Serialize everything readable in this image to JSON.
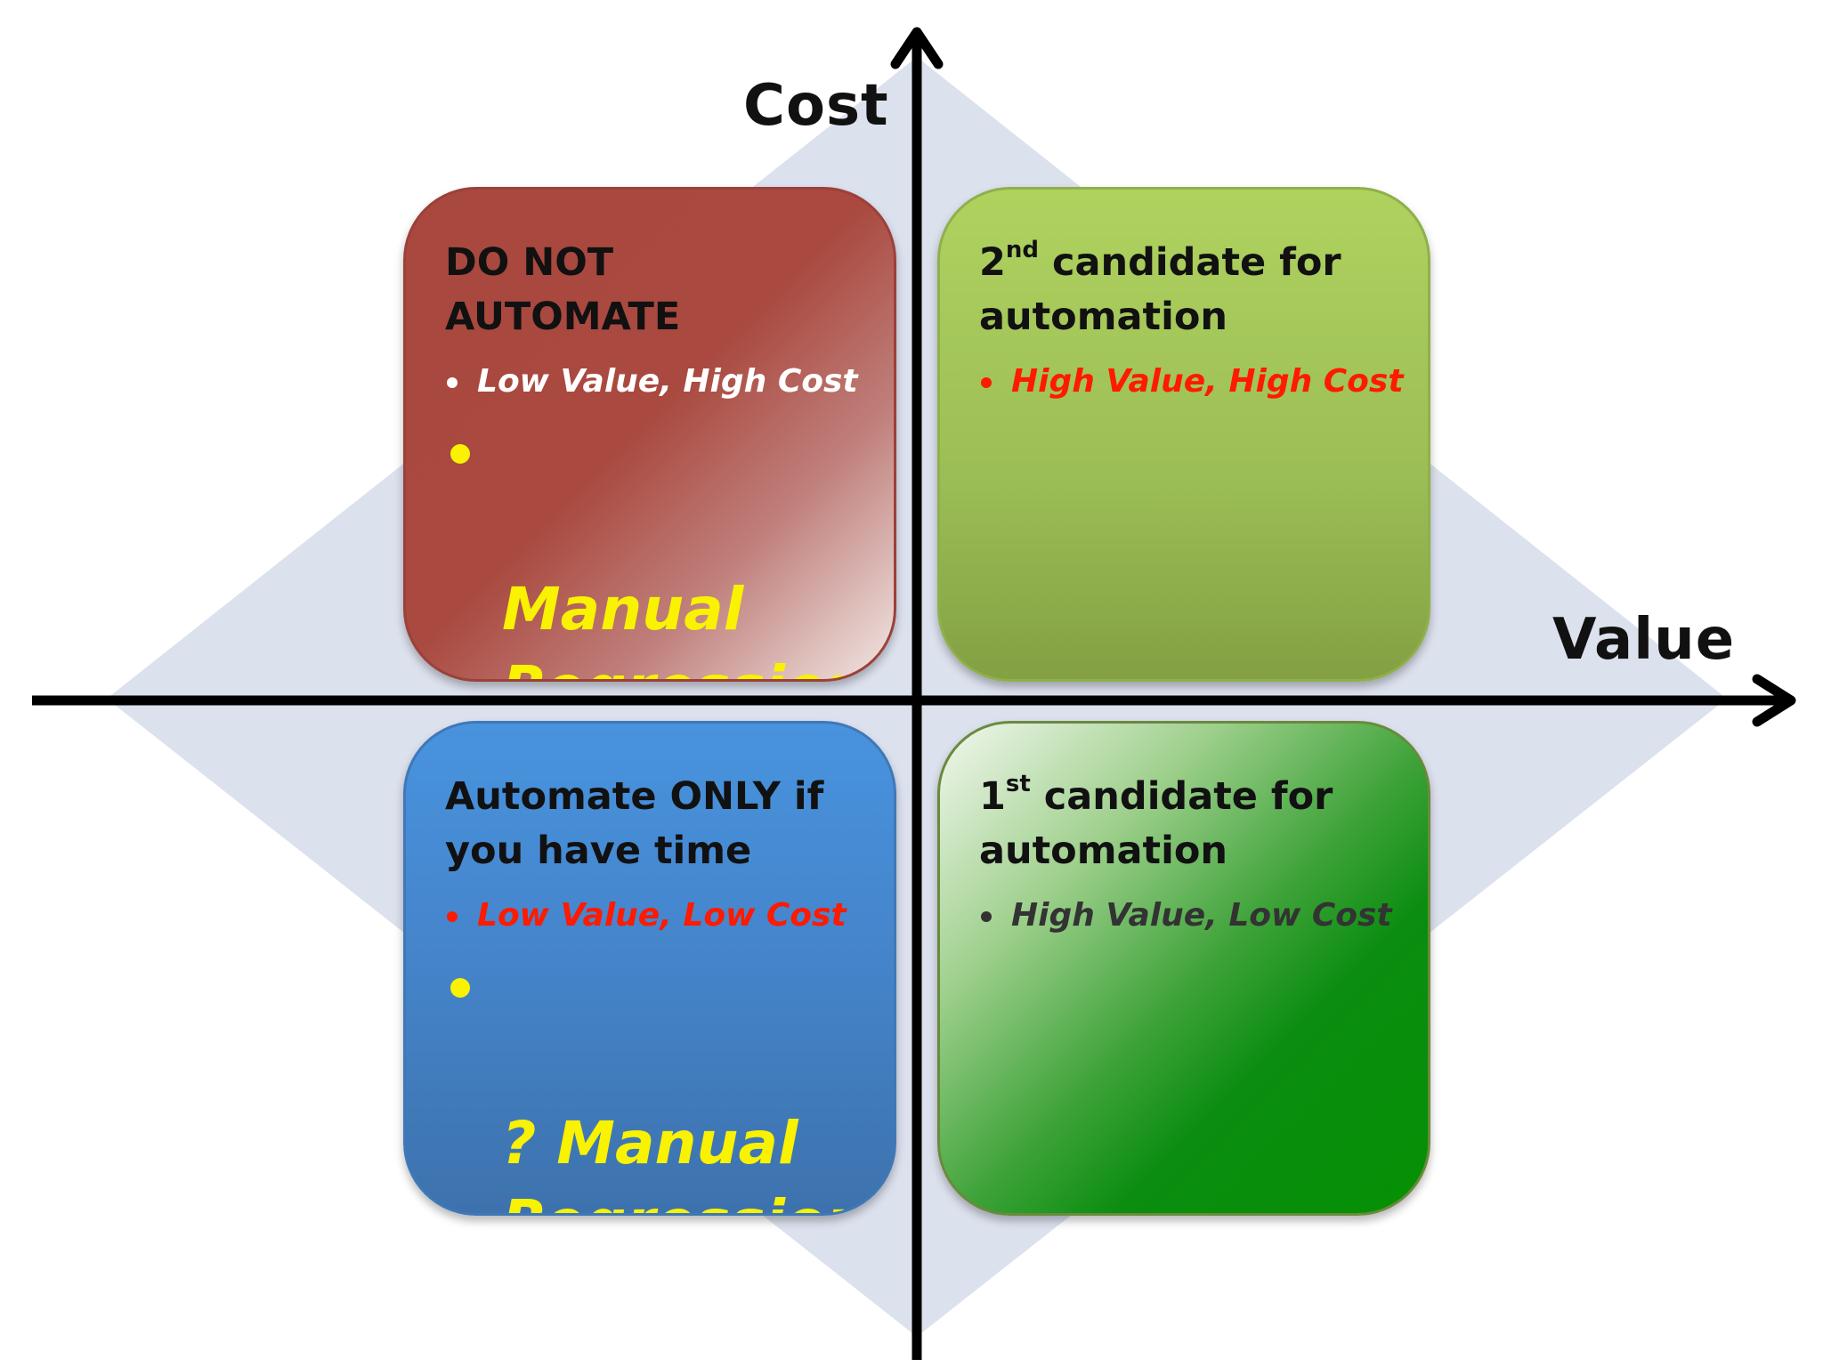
{
  "axes": {
    "vertical_label": "Cost",
    "horizontal_label": "Value"
  },
  "colors": {
    "axis": "#000000",
    "diamond": "#dce1ee",
    "quadrant_top_left": "#a8483f",
    "quadrant_top_right": "#9fc257",
    "quadrant_bottom_left": "#4585cc",
    "quadrant_bottom_right": "#049004",
    "emphasis_yellow": "#f9f200",
    "emphasis_red": "#ff1a00"
  },
  "quadrants": {
    "top_left": {
      "title": "DO NOT\nAUTOMATE",
      "bullet": "Low Value, High Cost",
      "highlight": "Manual\nRegression!"
    },
    "top_right": {
      "title_ordinal": "2",
      "title_suffix": "nd",
      "title_rest": " candidate for\nautomation",
      "bullet": "High Value, High Cost"
    },
    "bottom_left": {
      "title": "Automate ONLY if\nyou have time",
      "bullet": "Low Value, Low Cost",
      "highlight": "? Manual\nRegression?"
    },
    "bottom_right": {
      "title_ordinal": "1",
      "title_suffix": "st",
      "title_rest": " candidate for\nautomation",
      "bullet": "High Value, Low Cost"
    }
  }
}
